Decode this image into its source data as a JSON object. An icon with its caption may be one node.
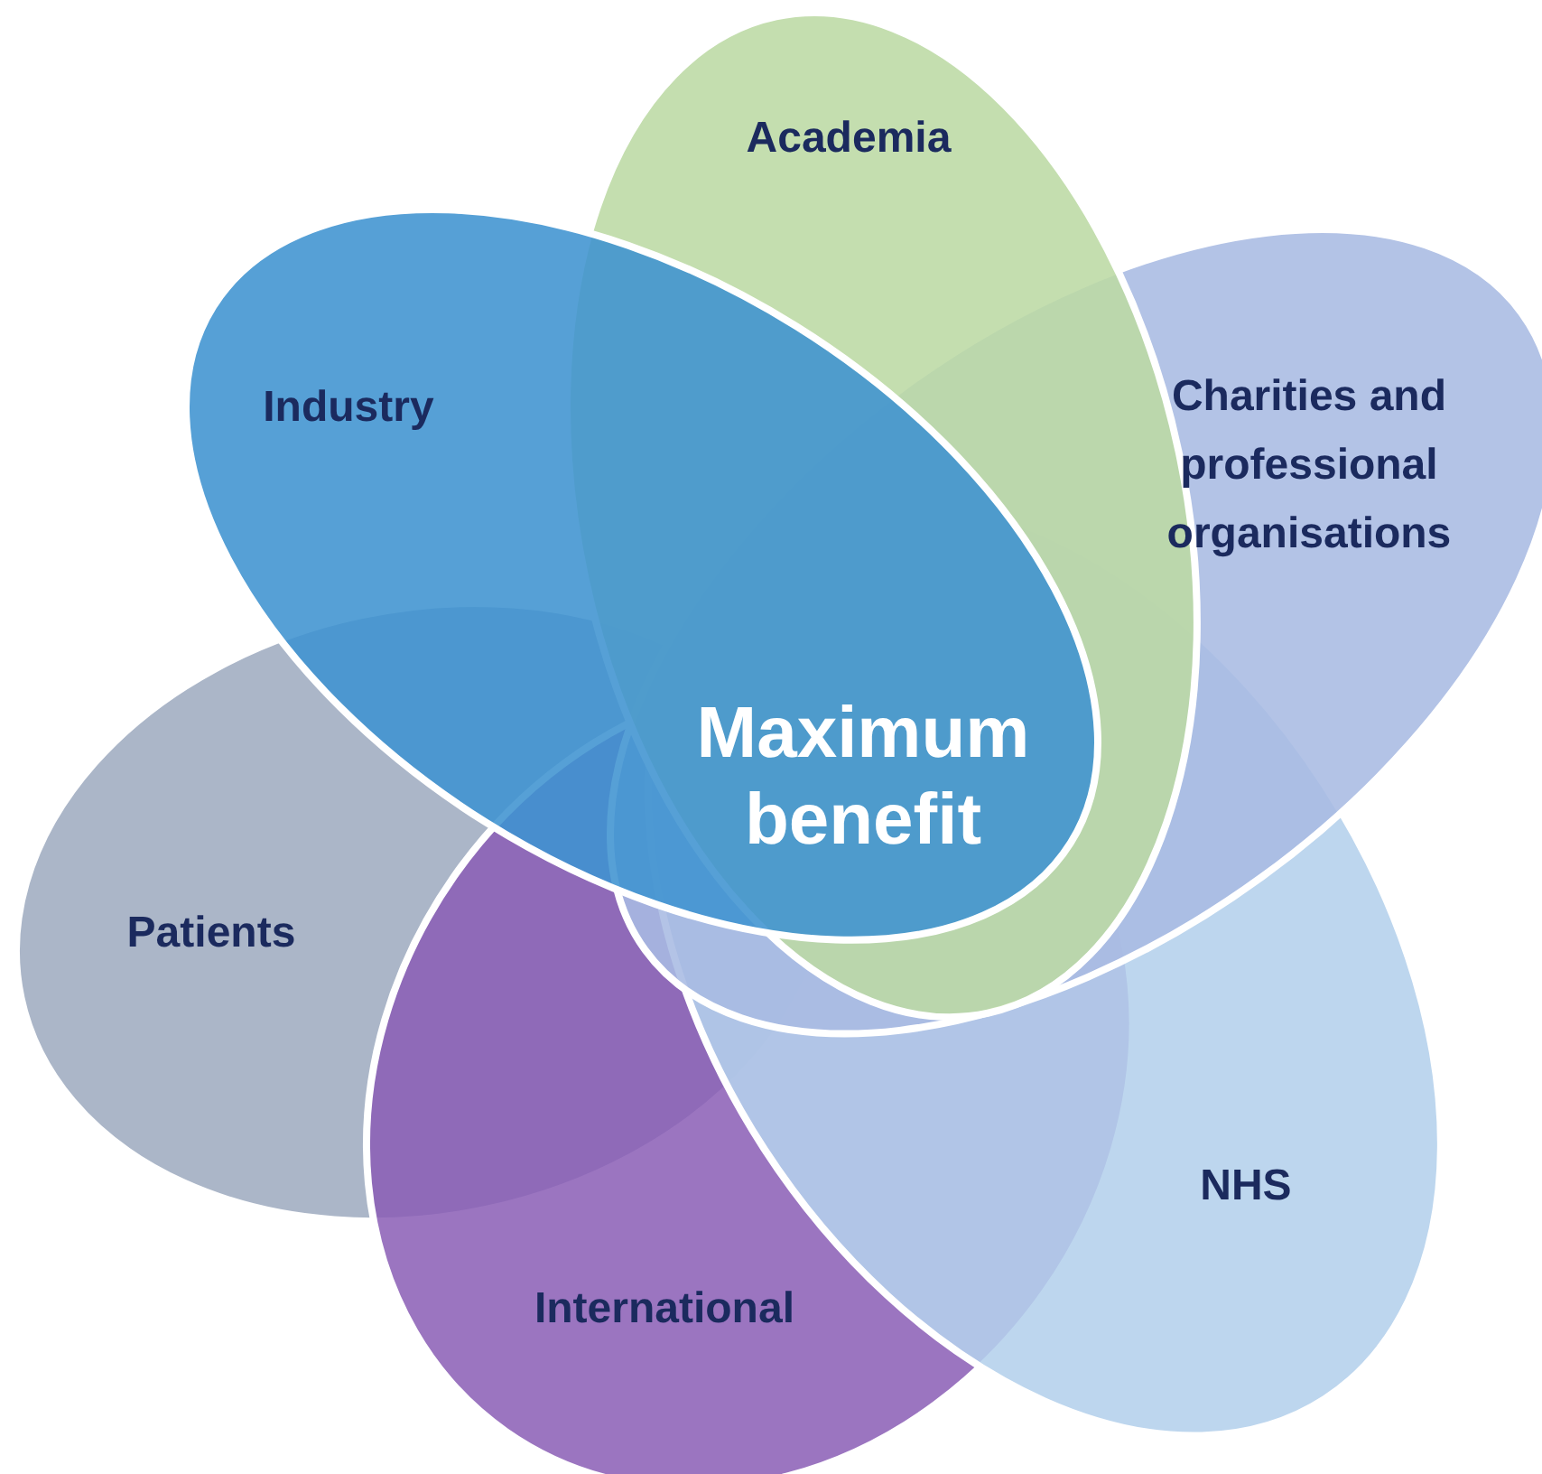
{
  "diagram": {
    "nodes": [
      {
        "text": [
          "Academia"
        ]
      },
      {
        "text": [
          "Industry"
        ]
      },
      {
        "text": [
          "Charities and professional organisations"
        ]
      },
      {
        "text": [
          "Patients"
        ]
      },
      {
        "text": [
          "NHS"
        ]
      },
      {
        "text": [
          "International"
        ]
      }
    ],
    "labels": [
      "Maximum benefit"
    ]
  }
}
